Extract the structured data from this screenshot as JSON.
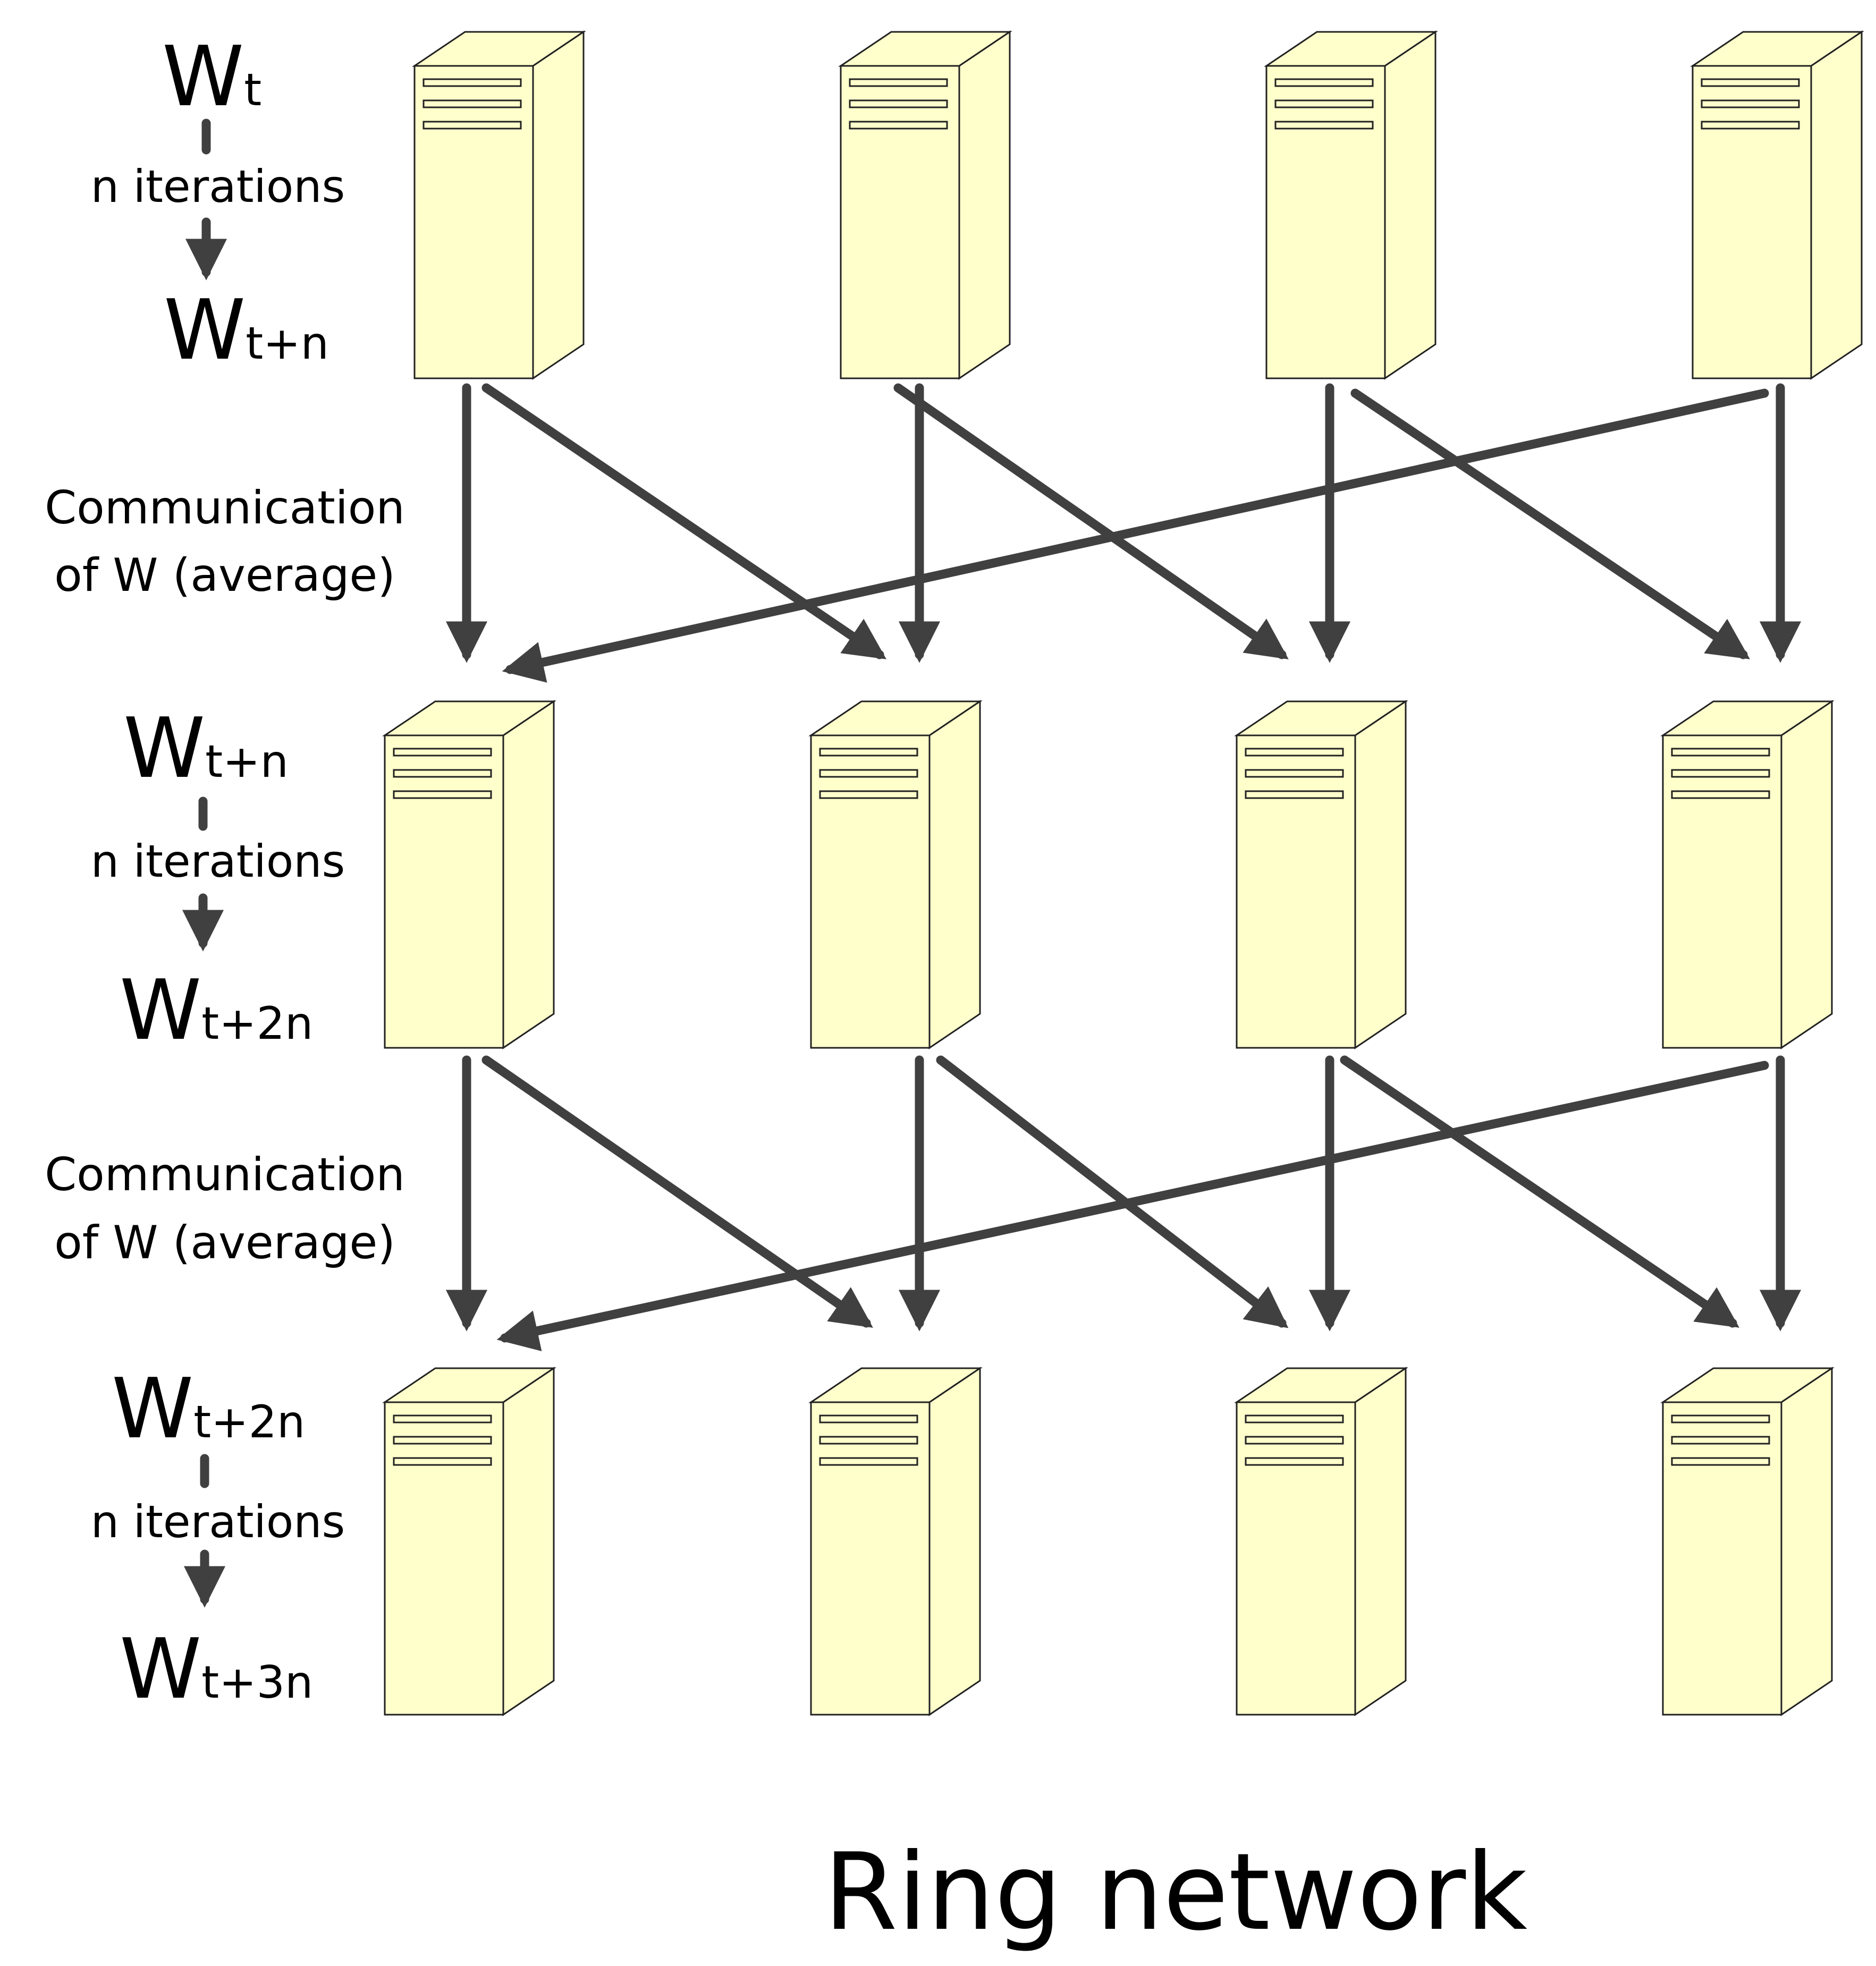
{
  "title": "Ring network",
  "rows": [
    {
      "w_start": {
        "base": "W",
        "sub": "t"
      },
      "iterations": "n iterations",
      "w_end": {
        "base": "W",
        "sub": "t+n"
      }
    },
    {
      "w_start": {
        "base": "W",
        "sub": "t+n"
      },
      "iterations": "n iterations",
      "w_end": {
        "base": "W",
        "sub": "t+2n"
      }
    },
    {
      "w_start": {
        "base": "W",
        "sub": "t+2n"
      },
      "iterations": "n iterations",
      "w_end": {
        "base": "W",
        "sub": "t+3n"
      }
    }
  ],
  "communication": [
    {
      "line1": "Communication",
      "line2": "of W (average)"
    },
    {
      "line1": "Communication",
      "line2": "of W (average)"
    }
  ],
  "colors": {
    "server_fill": "#ffffcc",
    "server_stroke": "#222222",
    "arrow": "#404040"
  }
}
